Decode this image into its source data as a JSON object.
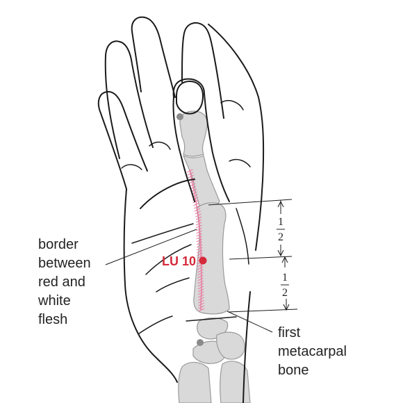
{
  "labels": {
    "border": [
      "border",
      "between",
      "red and",
      "white",
      "flesh"
    ],
    "bone": [
      "first",
      "metacarpal",
      "bone"
    ],
    "point": "LU 10",
    "fraction_upper": {
      "num": "1",
      "den": "2"
    },
    "fraction_lower": {
      "num": "1",
      "den": "2"
    }
  },
  "colors": {
    "point": "#d42a3a",
    "hatch": "#e87fa2",
    "bone_fill": "#d9d9d9",
    "bone_stroke": "#9a9a9a",
    "outline": "#1a1a1a",
    "landmark": "#8a8a8a"
  }
}
